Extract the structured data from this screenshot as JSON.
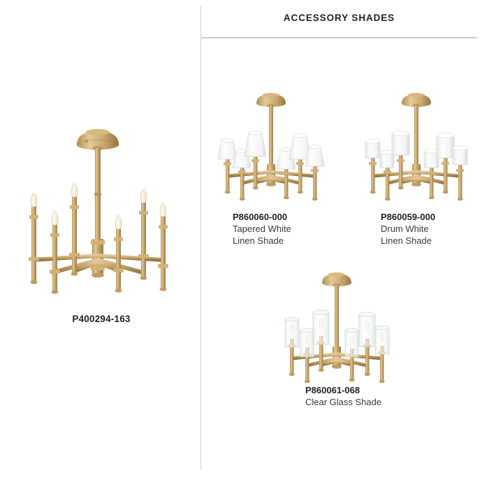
{
  "header": {
    "title": "ACCESSORY SHADES"
  },
  "main_product": {
    "sku": "P400294-163",
    "name": "",
    "fixture_name": "six-arm-brass-chandelier",
    "arm_count": 6
  },
  "accessories": [
    {
      "sku": "P860060-000",
      "desc_line1": "Tapered White",
      "desc_line2": "Linen Shade",
      "shade_type": "tapered",
      "fixture_name": "chandelier-with-tapered-shades"
    },
    {
      "sku": "P860059-000",
      "desc_line1": "Drum White",
      "desc_line2": "Linen Shade",
      "shade_type": "drum",
      "fixture_name": "chandelier-with-drum-shades"
    },
    {
      "sku": "P860061-068",
      "desc_line1": "Clear Glass Shade",
      "desc_line2": "",
      "shade_type": "glass-cylinder",
      "fixture_name": "chandelier-with-clear-glass-shades"
    }
  ],
  "colors": {
    "background": "#ffffff",
    "text": "#231f20",
    "divider": "#cfcfcf",
    "rule": "#cccccc",
    "brass_light": "#e2c794",
    "brass": "#c8a46d",
    "brass_dark": "#a98a52",
    "brass_shadow": "#8f7342",
    "shade_white": "#fbfbfb",
    "shade_shadow": "#e4e4e4",
    "glass": "#f4f6f6",
    "bulb": "#fdf8ea"
  }
}
